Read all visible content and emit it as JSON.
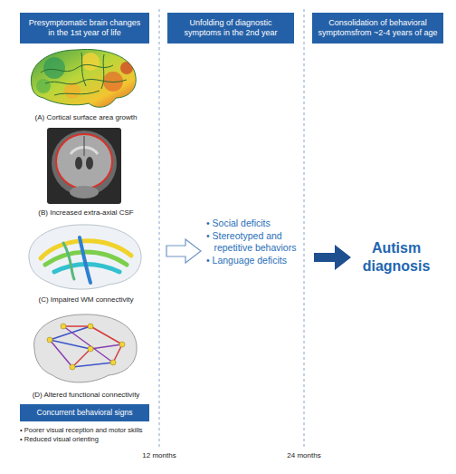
{
  "diagram": {
    "nodes": [
      {
        "text": [
          "Presymptomatic brain changes in the 1st year of life"
        ]
      },
      {
        "text": [
          "Unfolding of diagnostic symptoms in the 2nd year"
        ]
      },
      {
        "text": [
          "Consolidation of behavioral symptomsfrom ~2-4 years of age"
        ]
      },
      {
        "text": [
          "Concurrent behavioral signs"
        ]
      }
    ],
    "labels": [
      "(A) Cortical surface area growth",
      "(B) Increased extra-axial CSF",
      "(C) Impaired WM connectivity",
      "(D) Altered functional connectivity",
      "• Social deficits",
      "• Stereotyped and repetitive behaviors",
      "• Language deficits",
      "Autism diagnosis",
      "• Poorer visual reception and motor skills",
      "• Reduced visual orienting",
      "12 months",
      "24 months"
    ]
  }
}
